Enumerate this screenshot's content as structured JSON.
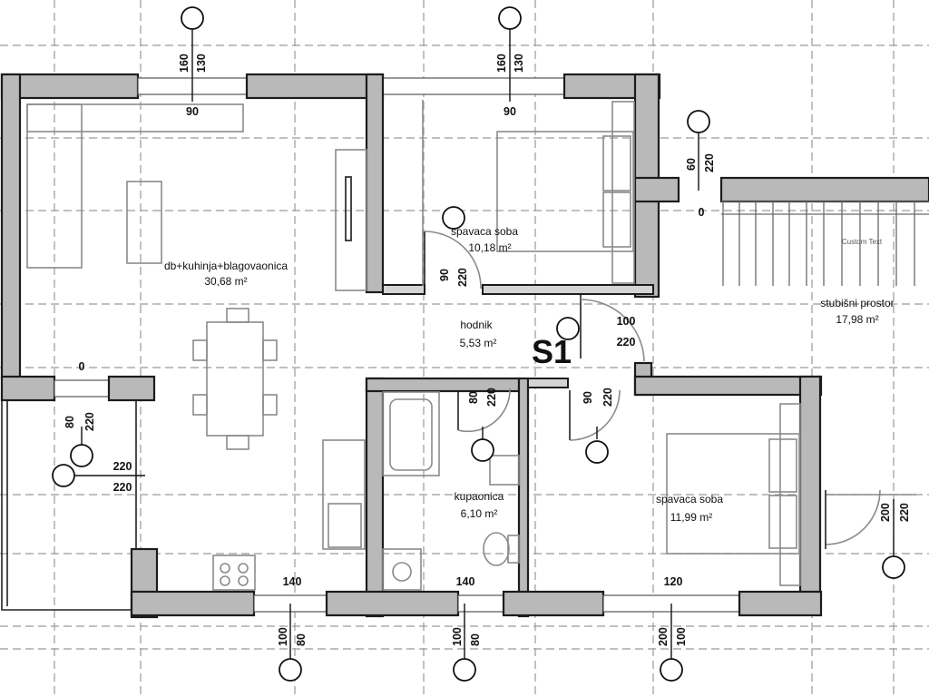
{
  "unit_label": "S1",
  "rooms": [
    {
      "name": "db+kuhinja+blagovaonica",
      "area": "30,68 m²"
    },
    {
      "name": "spavaca soba",
      "area": "10,18 m²"
    },
    {
      "name": "hodnik",
      "area": "5,53 m²"
    },
    {
      "name": "kupaonica",
      "area": "6,10 m²"
    },
    {
      "name": "spavaca soba",
      "area": "11,99 m²"
    },
    {
      "name": "stubišni prostor",
      "area": "17,98 m²"
    }
  ],
  "stair_note": "Custom Text",
  "dims": {
    "top1_a": "160",
    "top1_b": "130",
    "top1_w": "90",
    "top2_a": "160",
    "top2_b": "130",
    "top2_w": "90",
    "right_a": "60",
    "right_b": "220",
    "right_w": "0",
    "door_bed1_a": "90",
    "door_bed1_b": "220",
    "door_entry_w": "100",
    "door_entry_h": "220",
    "left_w": "0",
    "left_a": "80",
    "left_b": "220",
    "left_c": "220",
    "left_d": "220",
    "door_bath_a": "80",
    "door_bath_b": "220",
    "door_wc_a": "90",
    "door_wc_b": "220",
    "right2_a": "200",
    "right2_b": "220",
    "bot1_w": "140",
    "bot1_a": "100",
    "bot1_b": "80",
    "bot2_w": "140",
    "bot2_a": "100",
    "bot2_b": "80",
    "bot3_w": "120",
    "bot3_a": "200",
    "bot3_b": "100"
  }
}
